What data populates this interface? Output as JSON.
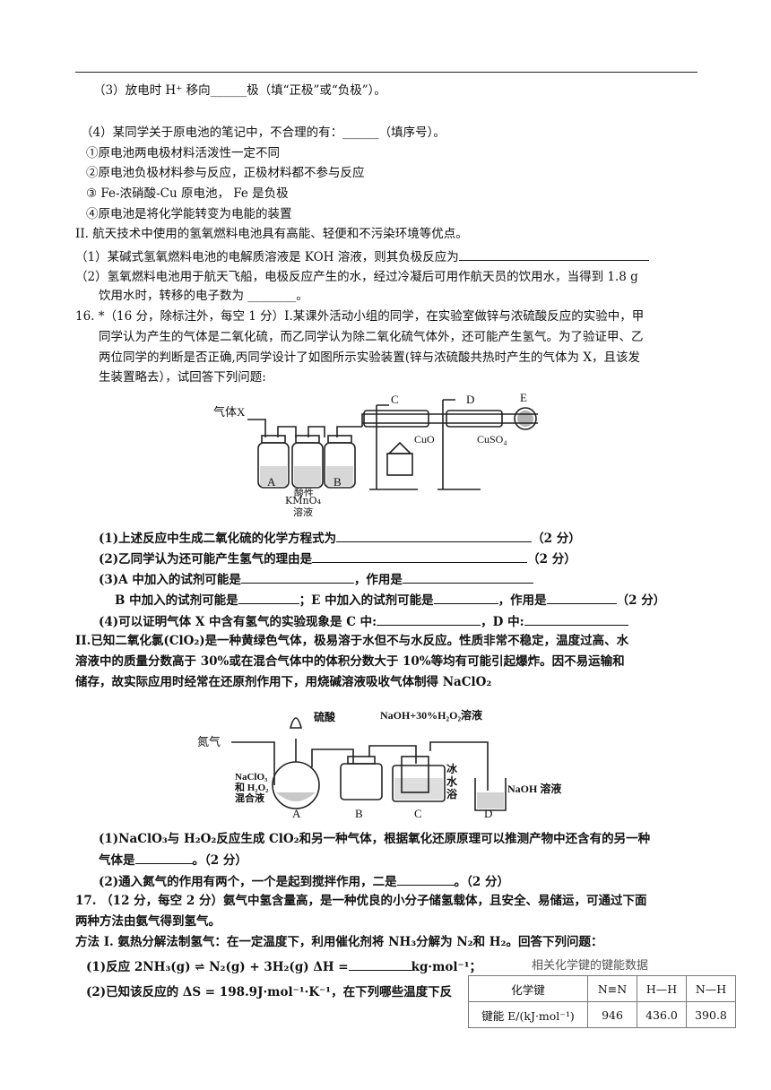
{
  "lines": {
    "q3": "（3）放电时 H⁺ 移向______极（填“正极”或“负极”）。",
    "q4": "（4）某同学关于原电池的笔记中，不合理的有：______（填序号）。",
    "q4_1": "①原电池两电极材料活泼性一定不同",
    "q4_2": "②原电池负极材料参与反应，正极材料都不参与反应",
    "q4_3": "③ Fe-浓硝酸-Cu 原电池， Fe 是负极",
    "q4_4": "④原电池是将化学能转变为电能的装置",
    "partII": "II. 航天技术中使用的氢氧燃料电池具有高能、轻便和不污染环境等优点。",
    "partII_1": "（1）某碱式氢氧燃料电池的电解质溶液是 KOH 溶液，则其负极反应为",
    "partII_2a": "（2）氢氧燃料电池用于航天飞船，电极反应产生的水，经过冷凝后可用作航天员的饮用水，当得到 1.8 g",
    "partII_2b": "饮用水时，转移的电子数为 ________。",
    "q16a": "16. *（16 分，除标注外，每空 1 分）I.某课外活动小组的同学，在实验室做锌与浓硫酸反应的实验中，甲",
    "q16b": "同学认为产生的气体是二氧化硫，而乙同学认为除二氧化硫气体外，还可能产生氢气。为了验证甲、乙",
    "q16c": "两位同学的判断是否正确,丙同学设计了如图所示实验装置(锌与浓硫酸共热时产生的气体为 X，且该发",
    "q16d": "生装置略去），试回答下列问题:",
    "q16_1": "(1)上述反应中生成二氧化硫的化学方程式为",
    "q16_1s": "（2 分）",
    "q16_2": "(2)乙同学认为还可能产生氢气的理由是",
    "q16_2s": "（2 分）",
    "q16_3a": "(3)A 中加入的试剂可能是",
    "q16_3b": "，作用是",
    "q16_3c": "B 中加入的试剂可能是",
    "q16_3d": "；E 中加入的试剂可能是",
    "q16_3e": "，作用是",
    "q16_3s": "（2 分）",
    "q16_4a": "(4)可以证明气体 X 中含有氢气的实验现象是 C 中:",
    "q16_4b": "，D 中:",
    "q16IIa": "II.已知二氧化氯(ClO₂)是一种黄绿色气体，极易溶于水但不与水反应。性质非常不稳定，温度过高、水",
    "q16IIb": "溶液中的质量分数高于 30%或在混合气体中的体积分数大于 10%等均有可能引起爆炸。因不易运输和",
    "q16IIc": "储存，故实际应用时经常在还原剂作用下，用烧碱溶液吸收气体制得 NaClO₂",
    "q16II_1a": "(1)NaClO₃与 H₂O₂反应生成 ClO₂和另一种气体，根据氧化还原原理可以推测产物中还含有的另一种",
    "q16II_1b": "气体是",
    "q16II_1s": "。（2 分）",
    "q16II_2": "(2)通入氮气的作用有两个，一个是起到搅拌作用，二是",
    "q16II_2s": "。（2 分）",
    "q17a": "17. （12 分，每空 2 分）氨气中氢含量高，是一种优良的小分子储氢载体，且安全、易储运，可通过下面",
    "q17b": "两种方法由氨气得到氢气。",
    "q17c": "方法 I. 氨热分解法制氢气：在一定温度下，利用催化剂将 NH₃分解为 N₂和 H₂。回答下列问题：",
    "q17_1a": "(1)反应 2NH₃(g) ⇌ N₂(g) + 3H₂(g)   ΔH =",
    "q17_1b": "kg·mol⁻¹；",
    "q17_2": "(2)已知该反应的 ΔS = 198.9J·mol⁻¹·K⁻¹，在下列哪些温度下反"
  },
  "figure1": {
    "gas_label": "气体X",
    "labels": [
      "A",
      "B",
      "C",
      "D",
      "E"
    ],
    "reagents": [
      "CuO",
      "CuSO₄"
    ],
    "caption": [
      "酸性",
      "KMnO₄",
      "溶液"
    ]
  },
  "figure2": {
    "labels": [
      "A",
      "B",
      "C",
      "D"
    ],
    "acid": "硫酸",
    "nitrogen": "氮气",
    "top_solution": "NaOH+30%H₂O₂溶液",
    "mix": [
      "NaClO₃",
      "和 H₂O₂",
      "混合液"
    ],
    "ice": [
      "冰",
      "水",
      "浴"
    ],
    "naoh": "NaOH 溶液"
  },
  "bond_table": {
    "title": "相关化学键的键能数据",
    "header": [
      "化学键",
      "N≡N",
      "H—H",
      "N—H"
    ],
    "row_label": "键能 E/(kJ·mol⁻¹)",
    "values": [
      "946",
      "436.0",
      "390.8"
    ]
  }
}
